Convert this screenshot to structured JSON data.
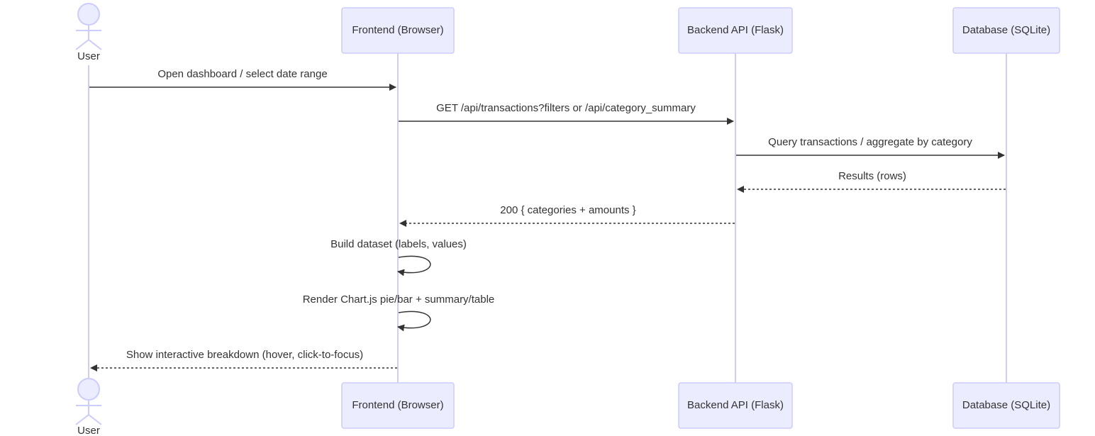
{
  "participants": {
    "user": "User",
    "frontend": "Frontend (Browser)",
    "backend": "Backend API (Flask)",
    "database": "Database (SQLite)"
  },
  "messages": [
    {
      "label": "Open dashboard / select date range",
      "from": "user",
      "to": "frontend",
      "style": "solid"
    },
    {
      "label": "GET /api/transactions?filters or /api/category_summary",
      "from": "frontend",
      "to": "backend",
      "style": "solid"
    },
    {
      "label": "Query transactions / aggregate by category",
      "from": "backend",
      "to": "database",
      "style": "solid"
    },
    {
      "label": "Results (rows)",
      "from": "database",
      "to": "backend",
      "style": "dashed"
    },
    {
      "label": "200 { categories + amounts }",
      "from": "backend",
      "to": "frontend",
      "style": "dashed"
    },
    {
      "label": "Build dataset (labels, values)",
      "from": "frontend",
      "to": "frontend",
      "style": "solid"
    },
    {
      "label": "Render Chart.js pie/bar + summary/table",
      "from": "frontend",
      "to": "frontend",
      "style": "solid"
    },
    {
      "label": "Show interactive breakdown (hover, click-to-focus)",
      "from": "frontend",
      "to": "user",
      "style": "dashed"
    }
  ],
  "colors": {
    "actor_fill": "#ECECFF",
    "actor_stroke": "#CCCCFF",
    "lifeline": "#D3CDEB",
    "message": "#333333",
    "text": "#333333"
  }
}
